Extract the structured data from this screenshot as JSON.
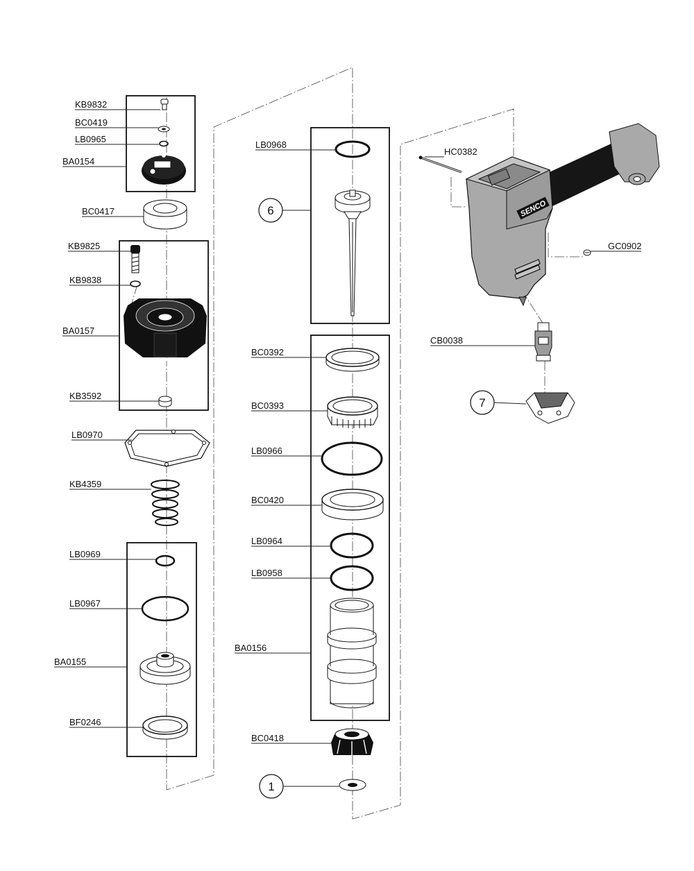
{
  "brand": "SENCO",
  "kits": [
    {
      "id": "1",
      "label": "1"
    },
    {
      "id": "6",
      "label": "6"
    },
    {
      "id": "7",
      "label": "7"
    }
  ],
  "parts": {
    "KB9832": "KB9832",
    "BC0419": "BC0419",
    "LB0965": "LB0965",
    "BA0154": "BA0154",
    "BC0417": "BC0417",
    "KB9825": "KB9825",
    "KB9838": "KB9838",
    "BA0157": "BA0157",
    "KB3592": "KB3592",
    "LB0970": "LB0970",
    "KB4359": "KB4359",
    "LB0969": "LB0969",
    "LB0967": "LB0967",
    "BA0155": "BA0155",
    "BF0246": "BF0246",
    "LB0968": "LB0968",
    "BC0392": "BC0392",
    "BC0393": "BC0393",
    "LB0966": "LB0966",
    "BC0420": "BC0420",
    "LB0964": "LB0964",
    "LB0958": "LB0958",
    "BA0156": "BA0156",
    "BC0418": "BC0418",
    "HC0382": "HC0382",
    "GC0902": "GC0902",
    "CB0038": "CB0038"
  },
  "colors": {
    "ink": "#111111",
    "housing": "#a9a9a9",
    "grip": "#161616",
    "housing_dark": "#7d7d7d"
  }
}
